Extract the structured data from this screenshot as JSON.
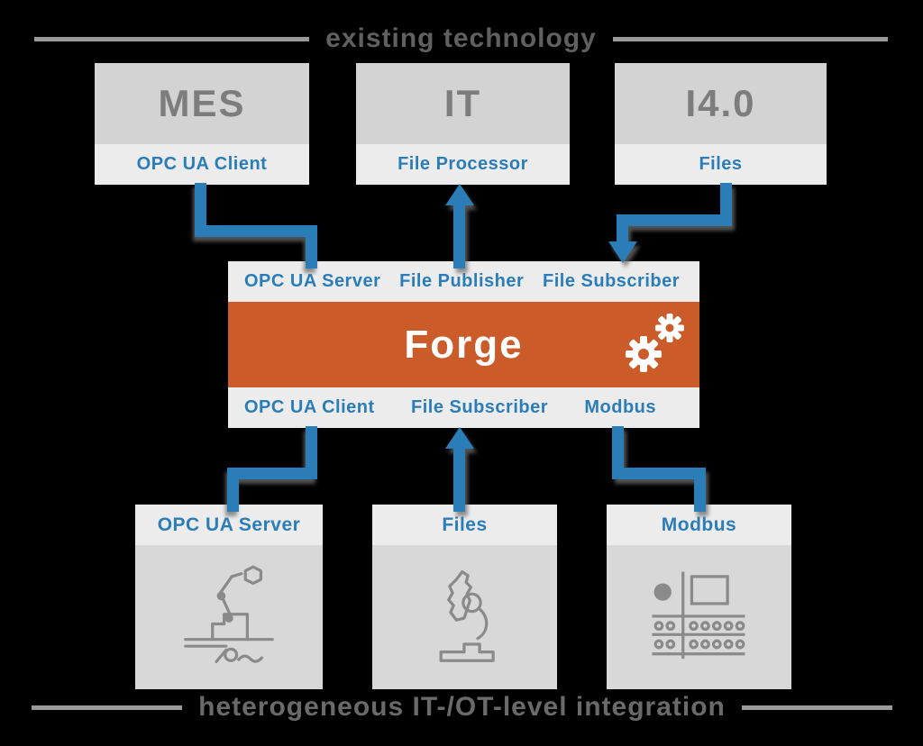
{
  "colors": {
    "forge_orange": "#cc5b2a",
    "connector_blue": "#2b7db8",
    "box_gray": "#d3d3d3",
    "strip_gray": "#ececec",
    "background": "#000000"
  },
  "top_caption": {
    "text": "existing technology"
  },
  "bottom_caption": {
    "text": "heterogeneous IT-/OT-level integration"
  },
  "top_systems": [
    {
      "title": "MES",
      "interface": "OPC UA Client"
    },
    {
      "title": "IT",
      "interface": "File Processor"
    },
    {
      "title": "I4.0",
      "interface": "Files"
    }
  ],
  "forge": {
    "name": "Forge",
    "icon": "gears-icon",
    "north_interfaces": [
      "OPC UA Server",
      "File Publisher",
      "File Subscriber"
    ],
    "south_interfaces": [
      "OPC UA Client",
      "File Subscriber",
      "Modbus"
    ]
  },
  "shopfloor_devices": [
    {
      "interface": "OPC UA Server",
      "icon": "robot-arm-icon"
    },
    {
      "interface": "Files",
      "icon": "microscope-icon"
    },
    {
      "interface": "Modbus",
      "icon": "plc-terminal-icon"
    }
  ]
}
